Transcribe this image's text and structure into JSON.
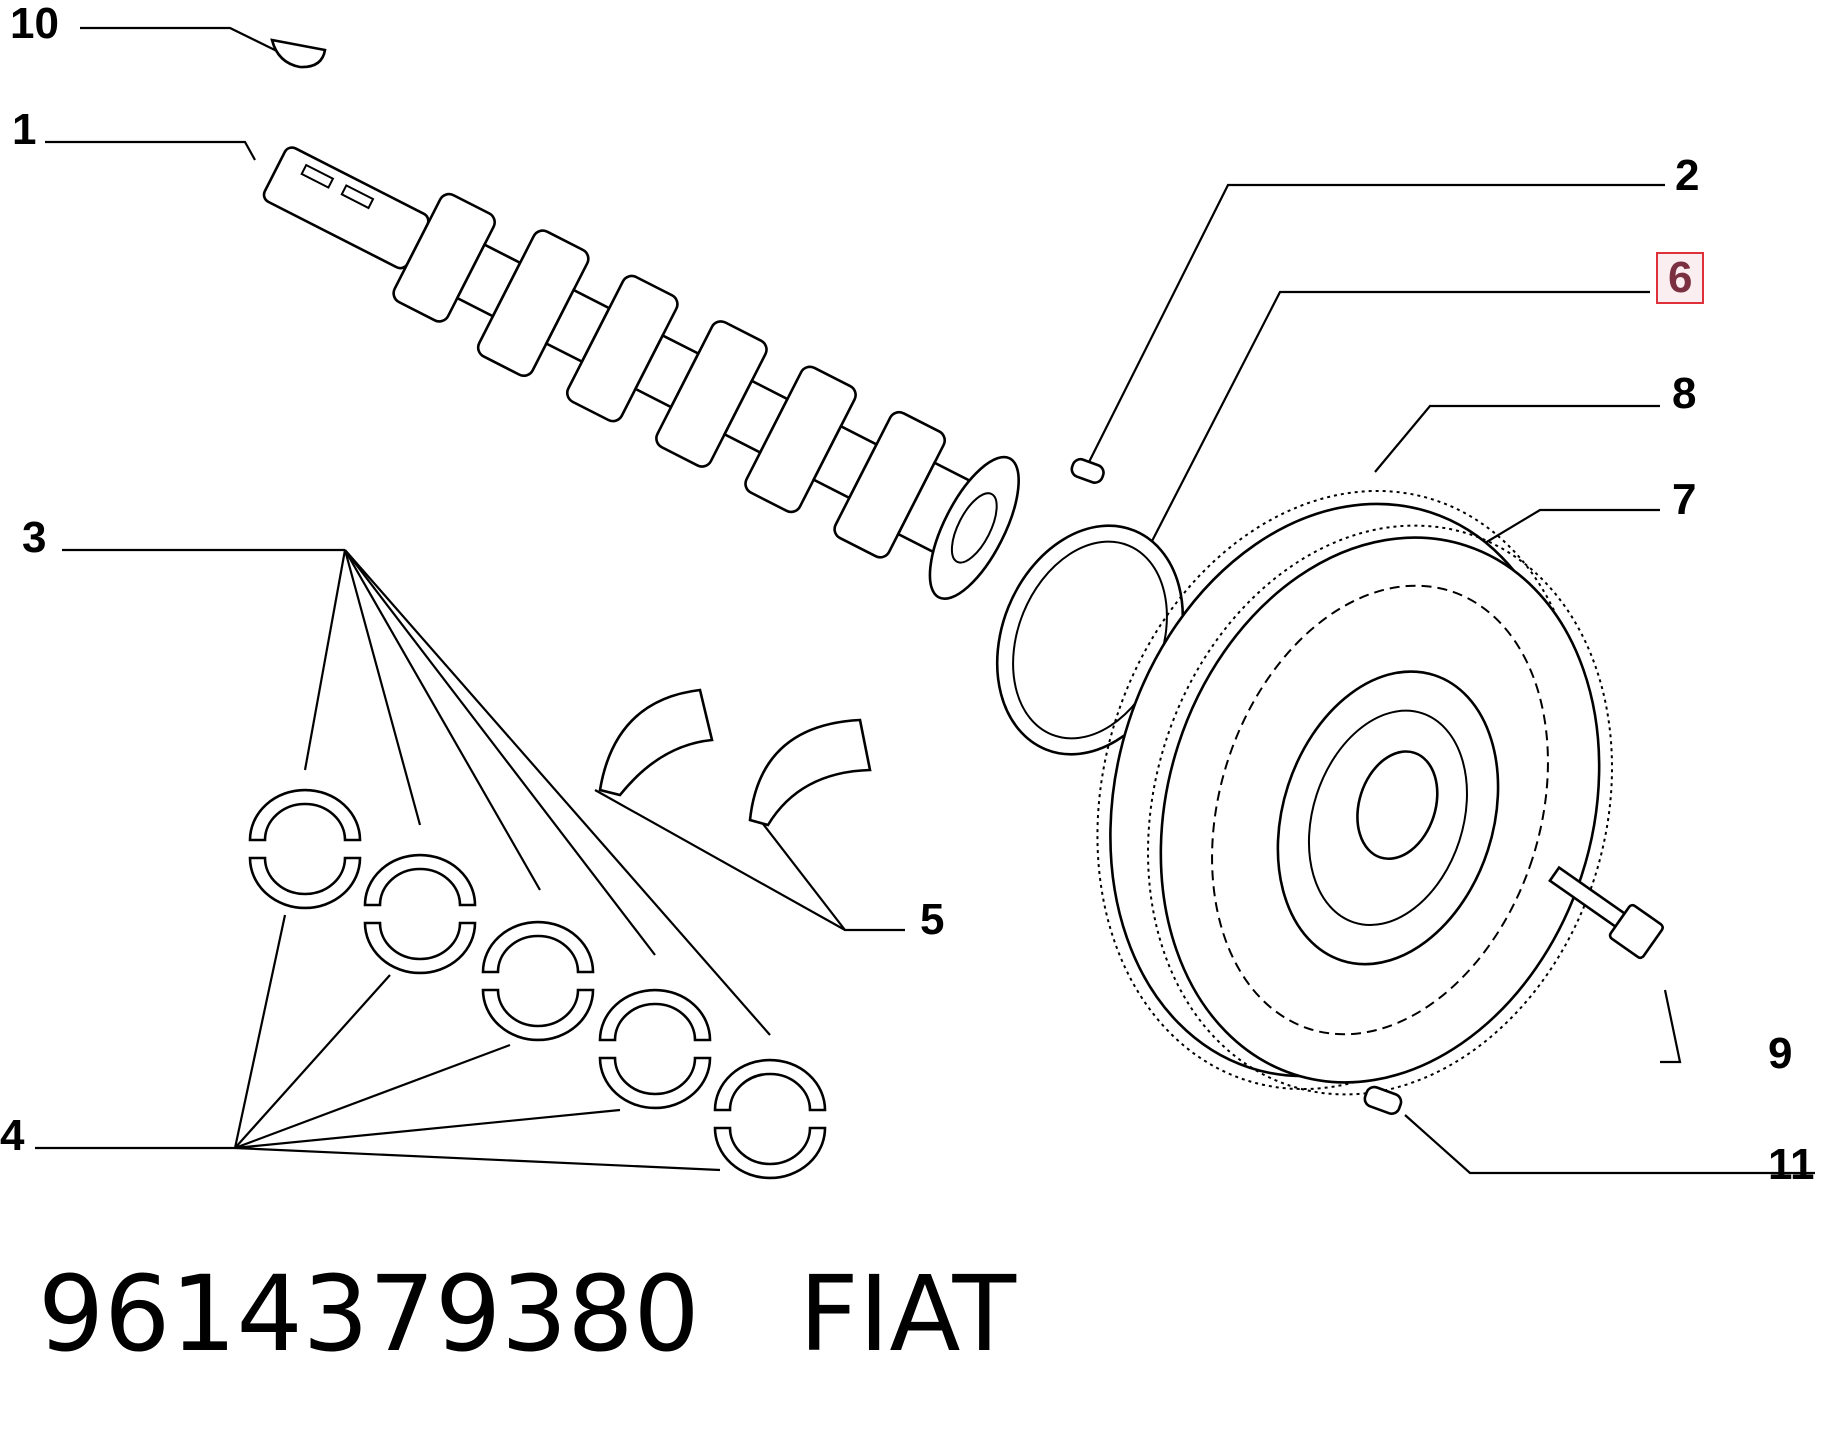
{
  "callouts": {
    "c10": "10",
    "c1": "1",
    "c2": "2",
    "c6": "6",
    "c8": "8",
    "c7": "7",
    "c3": "3",
    "c5": "5",
    "c9": "9",
    "c4": "4",
    "c11": "11"
  },
  "highlighted_callout": "6",
  "caption": {
    "part_number": "9614379380",
    "brand": "FIAT"
  },
  "colors": {
    "highlight_border": "#e0303a",
    "highlight_text": "#7a3040",
    "line": "#000000"
  }
}
